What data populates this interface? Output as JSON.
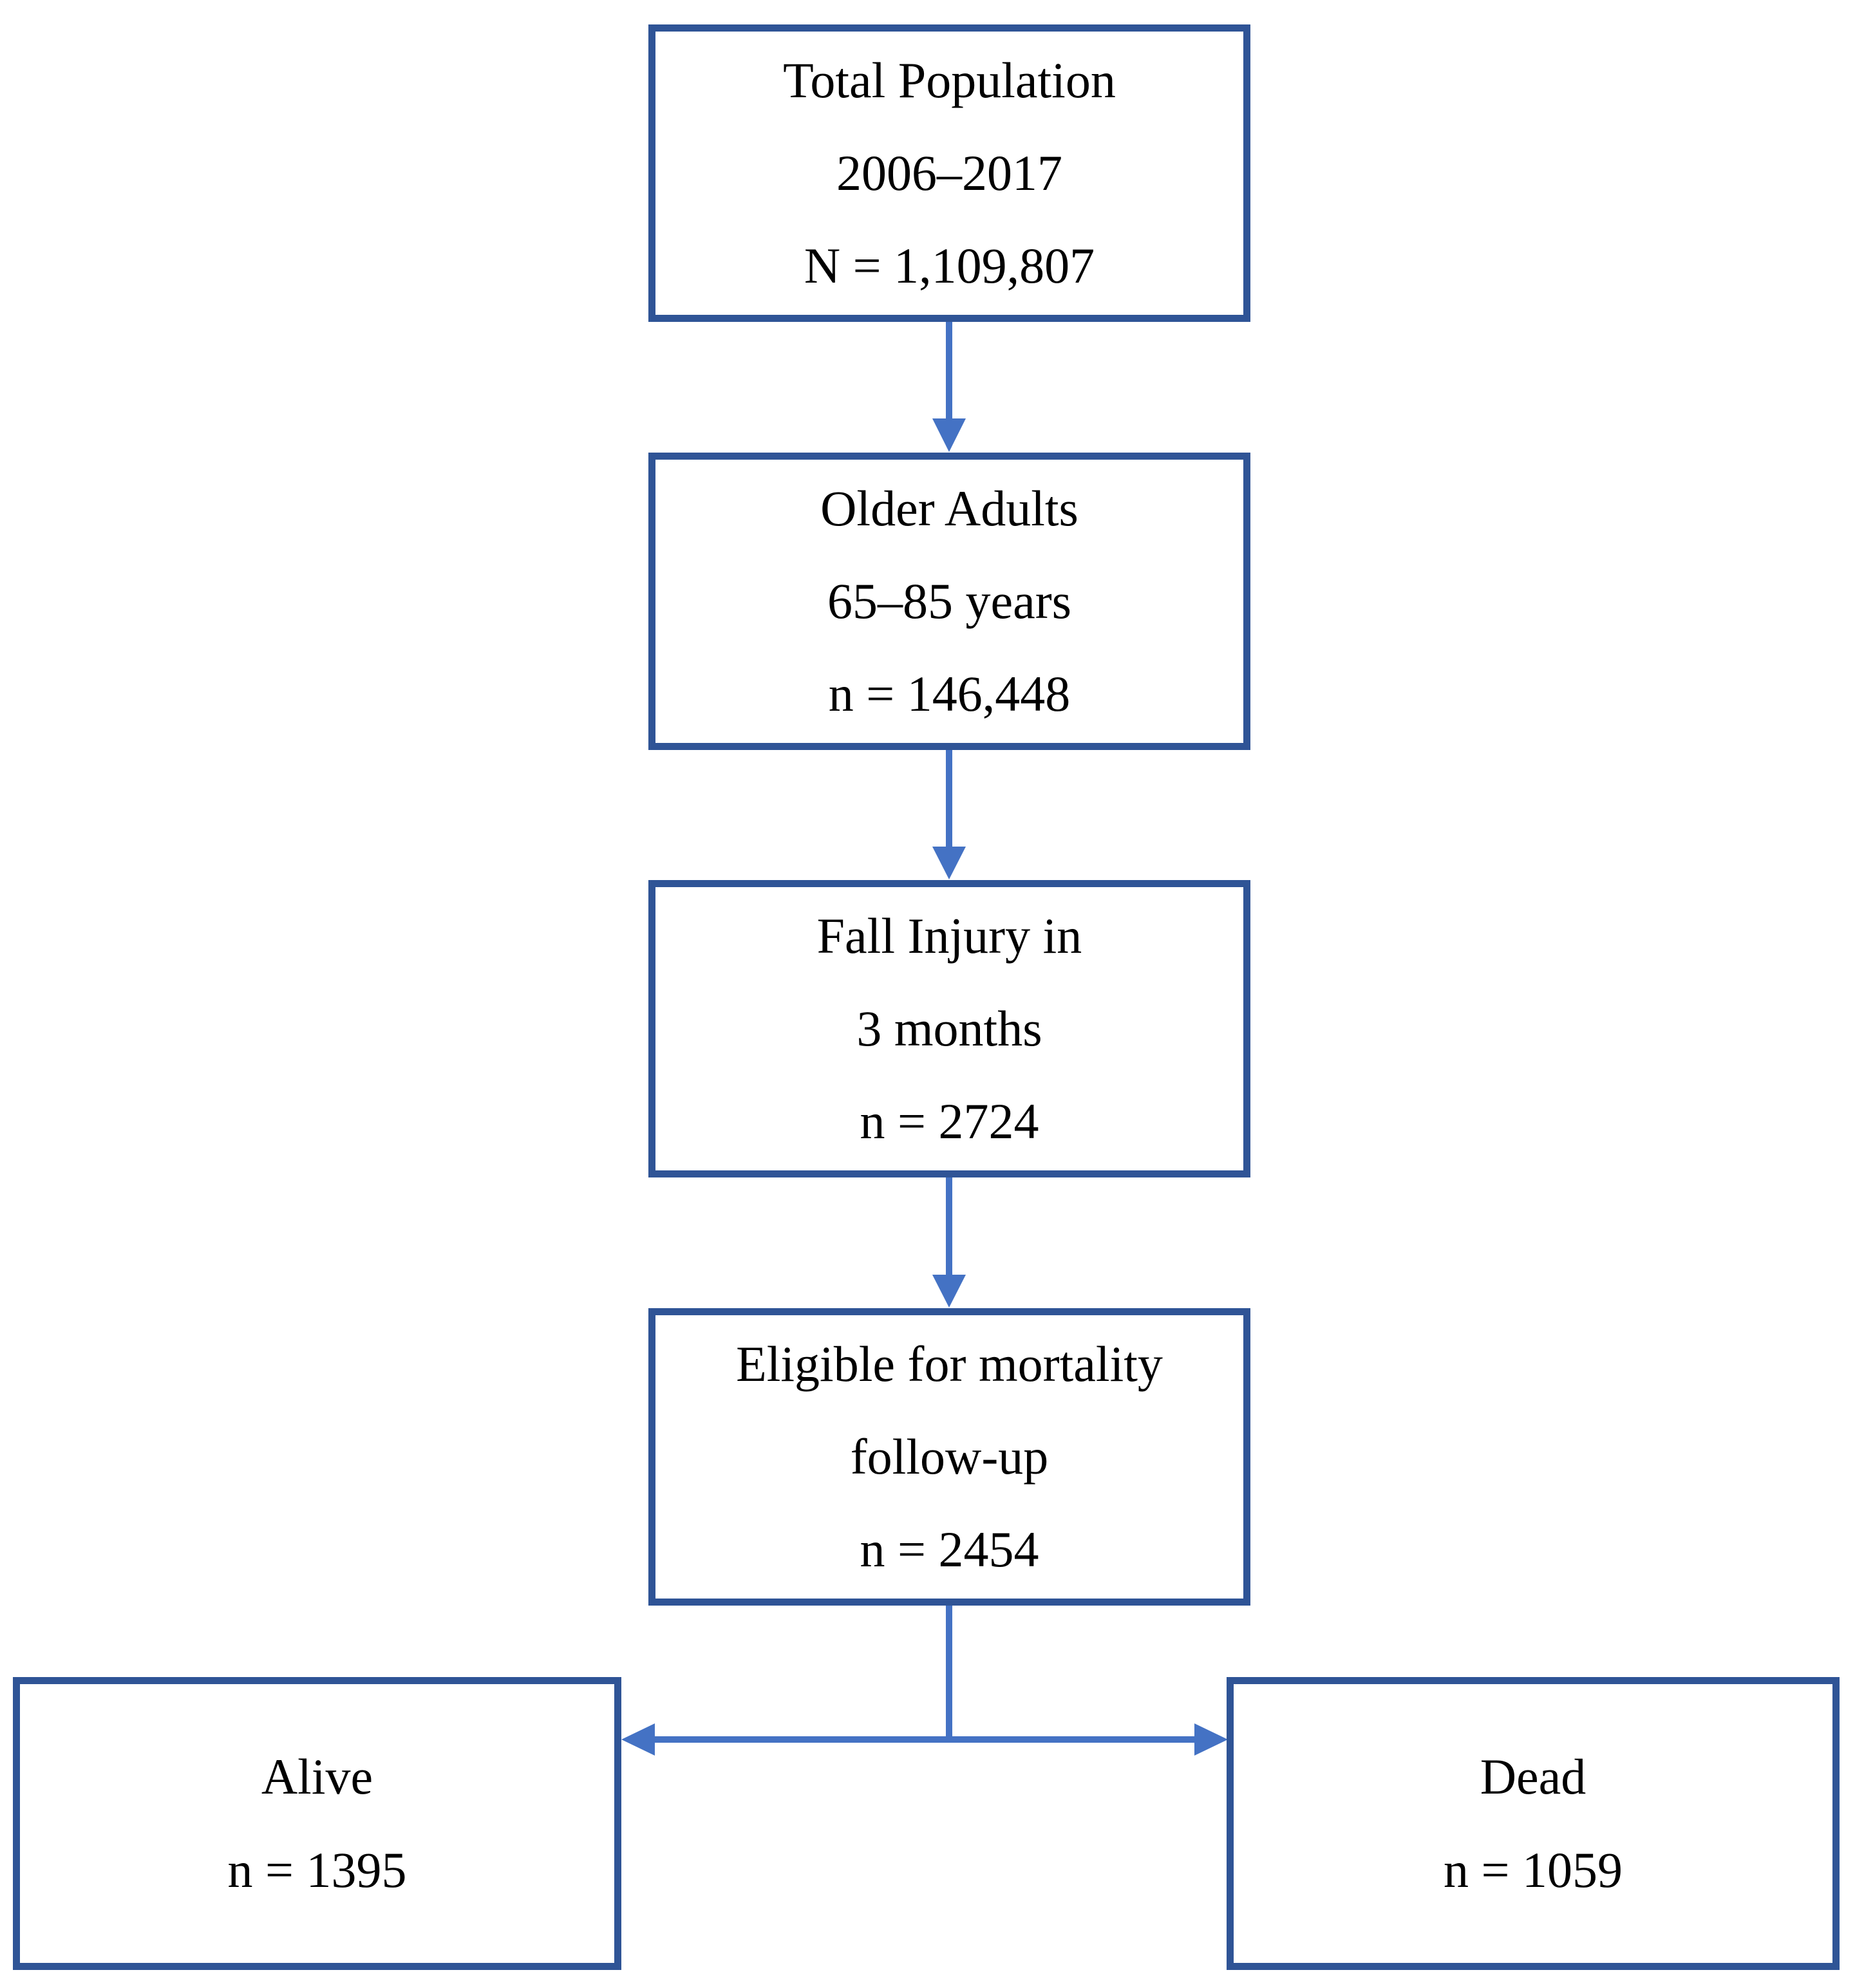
{
  "colors": {
    "box_border": "#2F5496",
    "connector": "#4472C4",
    "text": "#000000",
    "background": "#FFFFFF"
  },
  "flowchart": {
    "nodes": [
      {
        "id": "total-population",
        "lines": [
          "Total Population",
          "2006–2017",
          "N = 1,109,807"
        ]
      },
      {
        "id": "older-adults",
        "lines": [
          "Older Adults",
          "65–85 years",
          "n = 146,448"
        ]
      },
      {
        "id": "fall-injury",
        "lines": [
          "Fall Injury in",
          "3 months",
          "n = 2724"
        ]
      },
      {
        "id": "eligible-for-mortality-follow-up",
        "lines": [
          "Eligible for mortality",
          "follow-up",
          "n = 2454"
        ]
      },
      {
        "id": "alive",
        "lines": [
          "Alive",
          "n = 1395"
        ]
      },
      {
        "id": "dead",
        "lines": [
          "Dead",
          "n = 1059"
        ]
      }
    ],
    "edges": [
      {
        "from": "total-population",
        "to": "older-adults"
      },
      {
        "from": "older-adults",
        "to": "fall-injury"
      },
      {
        "from": "fall-injury",
        "to": "eligible-for-mortality-follow-up"
      },
      {
        "from": "eligible-for-mortality-follow-up",
        "to": "alive"
      },
      {
        "from": "eligible-for-mortality-follow-up",
        "to": "dead"
      }
    ]
  }
}
